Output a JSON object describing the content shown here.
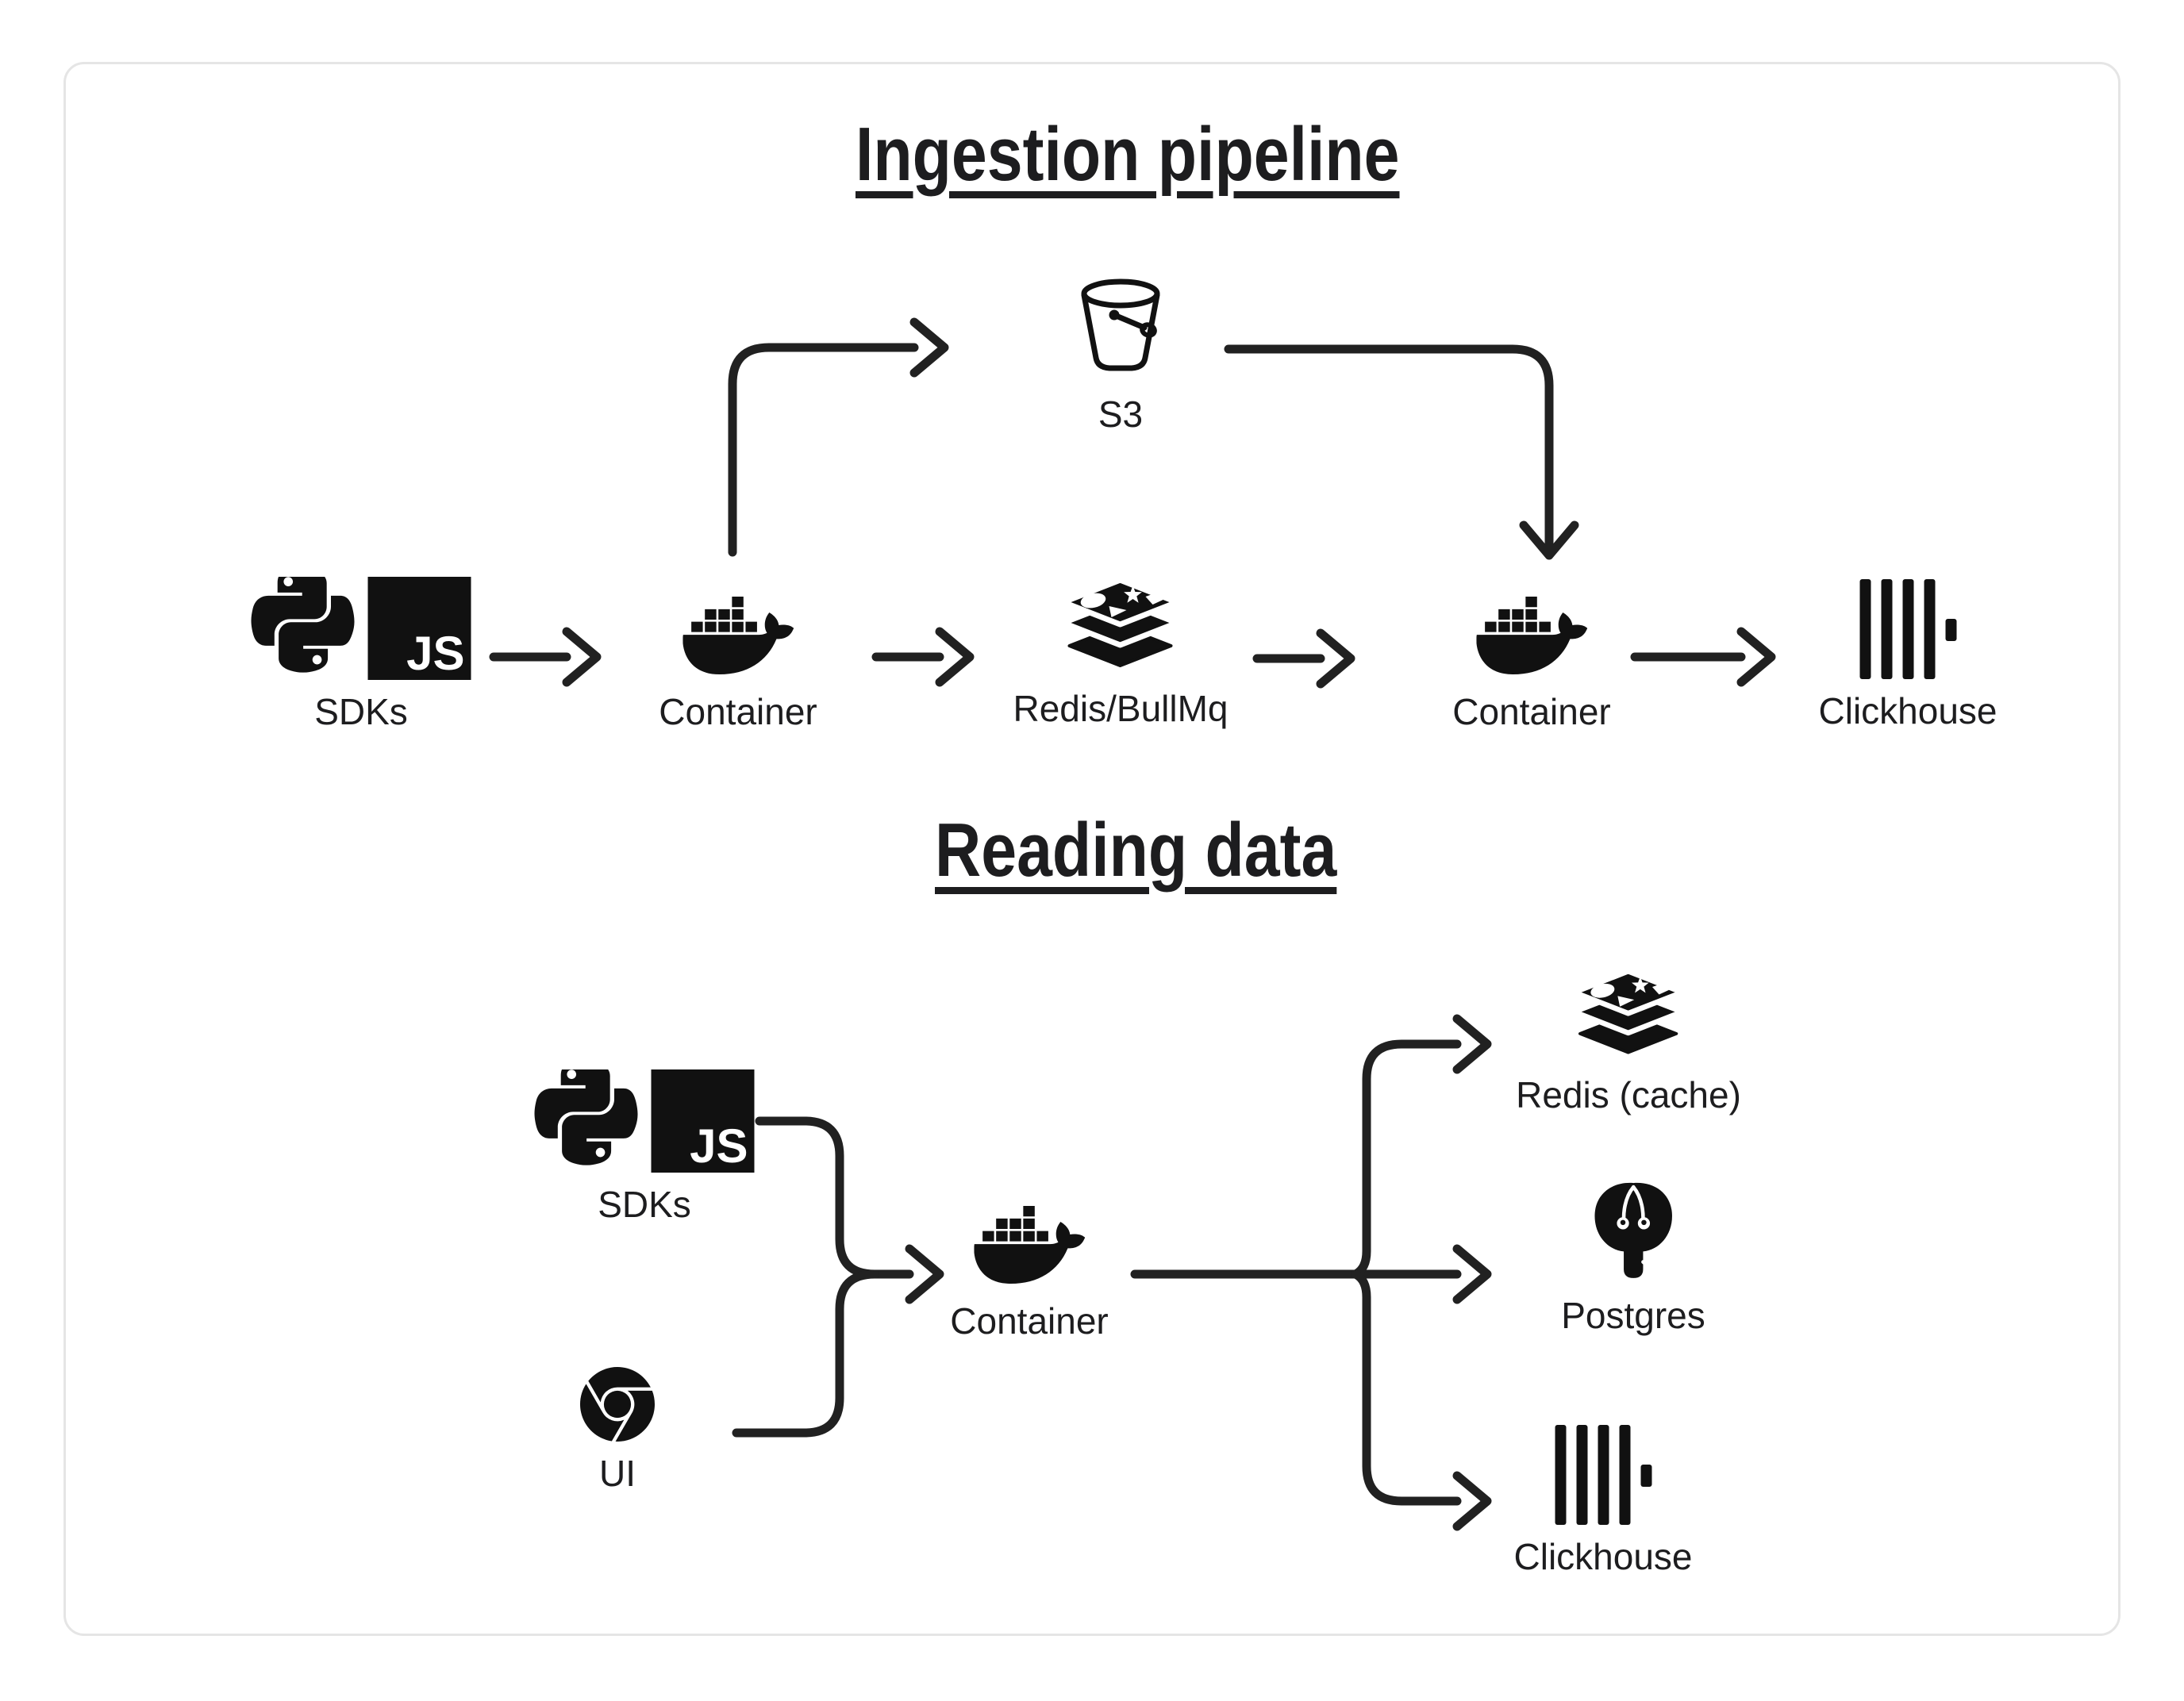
{
  "colors": {
    "ink": "#1d1d1f",
    "arrow": "#212121",
    "card_border": "#e5e5e5",
    "background": "#ffffff",
    "logo_black": "#111111",
    "logo_white": "#ffffff"
  },
  "logos": {
    "js_text": "JS"
  },
  "ingestion": {
    "title": "Ingestion pipeline",
    "s3": {
      "label": "S3",
      "icon": "s3-bucket-icon"
    },
    "sdks": {
      "label": "SDKs",
      "icons": [
        "python-icon",
        "javascript-icon"
      ]
    },
    "container_in": {
      "label": "Container",
      "icon": "docker-icon"
    },
    "queue": {
      "label": "Redis/BullMq",
      "icon": "redis-icon"
    },
    "container_out": {
      "label": "Container",
      "icon": "docker-icon"
    },
    "clickhouse": {
      "label": "Clickhouse",
      "icon": "clickhouse-icon"
    }
  },
  "reading": {
    "title": "Reading data",
    "sdks": {
      "label": "SDKs",
      "icons": [
        "python-icon",
        "javascript-icon"
      ]
    },
    "ui": {
      "label": "UI",
      "icon": "chrome-icon"
    },
    "container": {
      "label": "Container",
      "icon": "docker-icon"
    },
    "redis_cache": {
      "label": "Redis (cache)",
      "icon": "redis-icon"
    },
    "postgres": {
      "label": "Postgres",
      "icon": "postgresql-icon"
    },
    "clickhouse": {
      "label": "Clickhouse",
      "icon": "clickhouse-icon"
    }
  }
}
